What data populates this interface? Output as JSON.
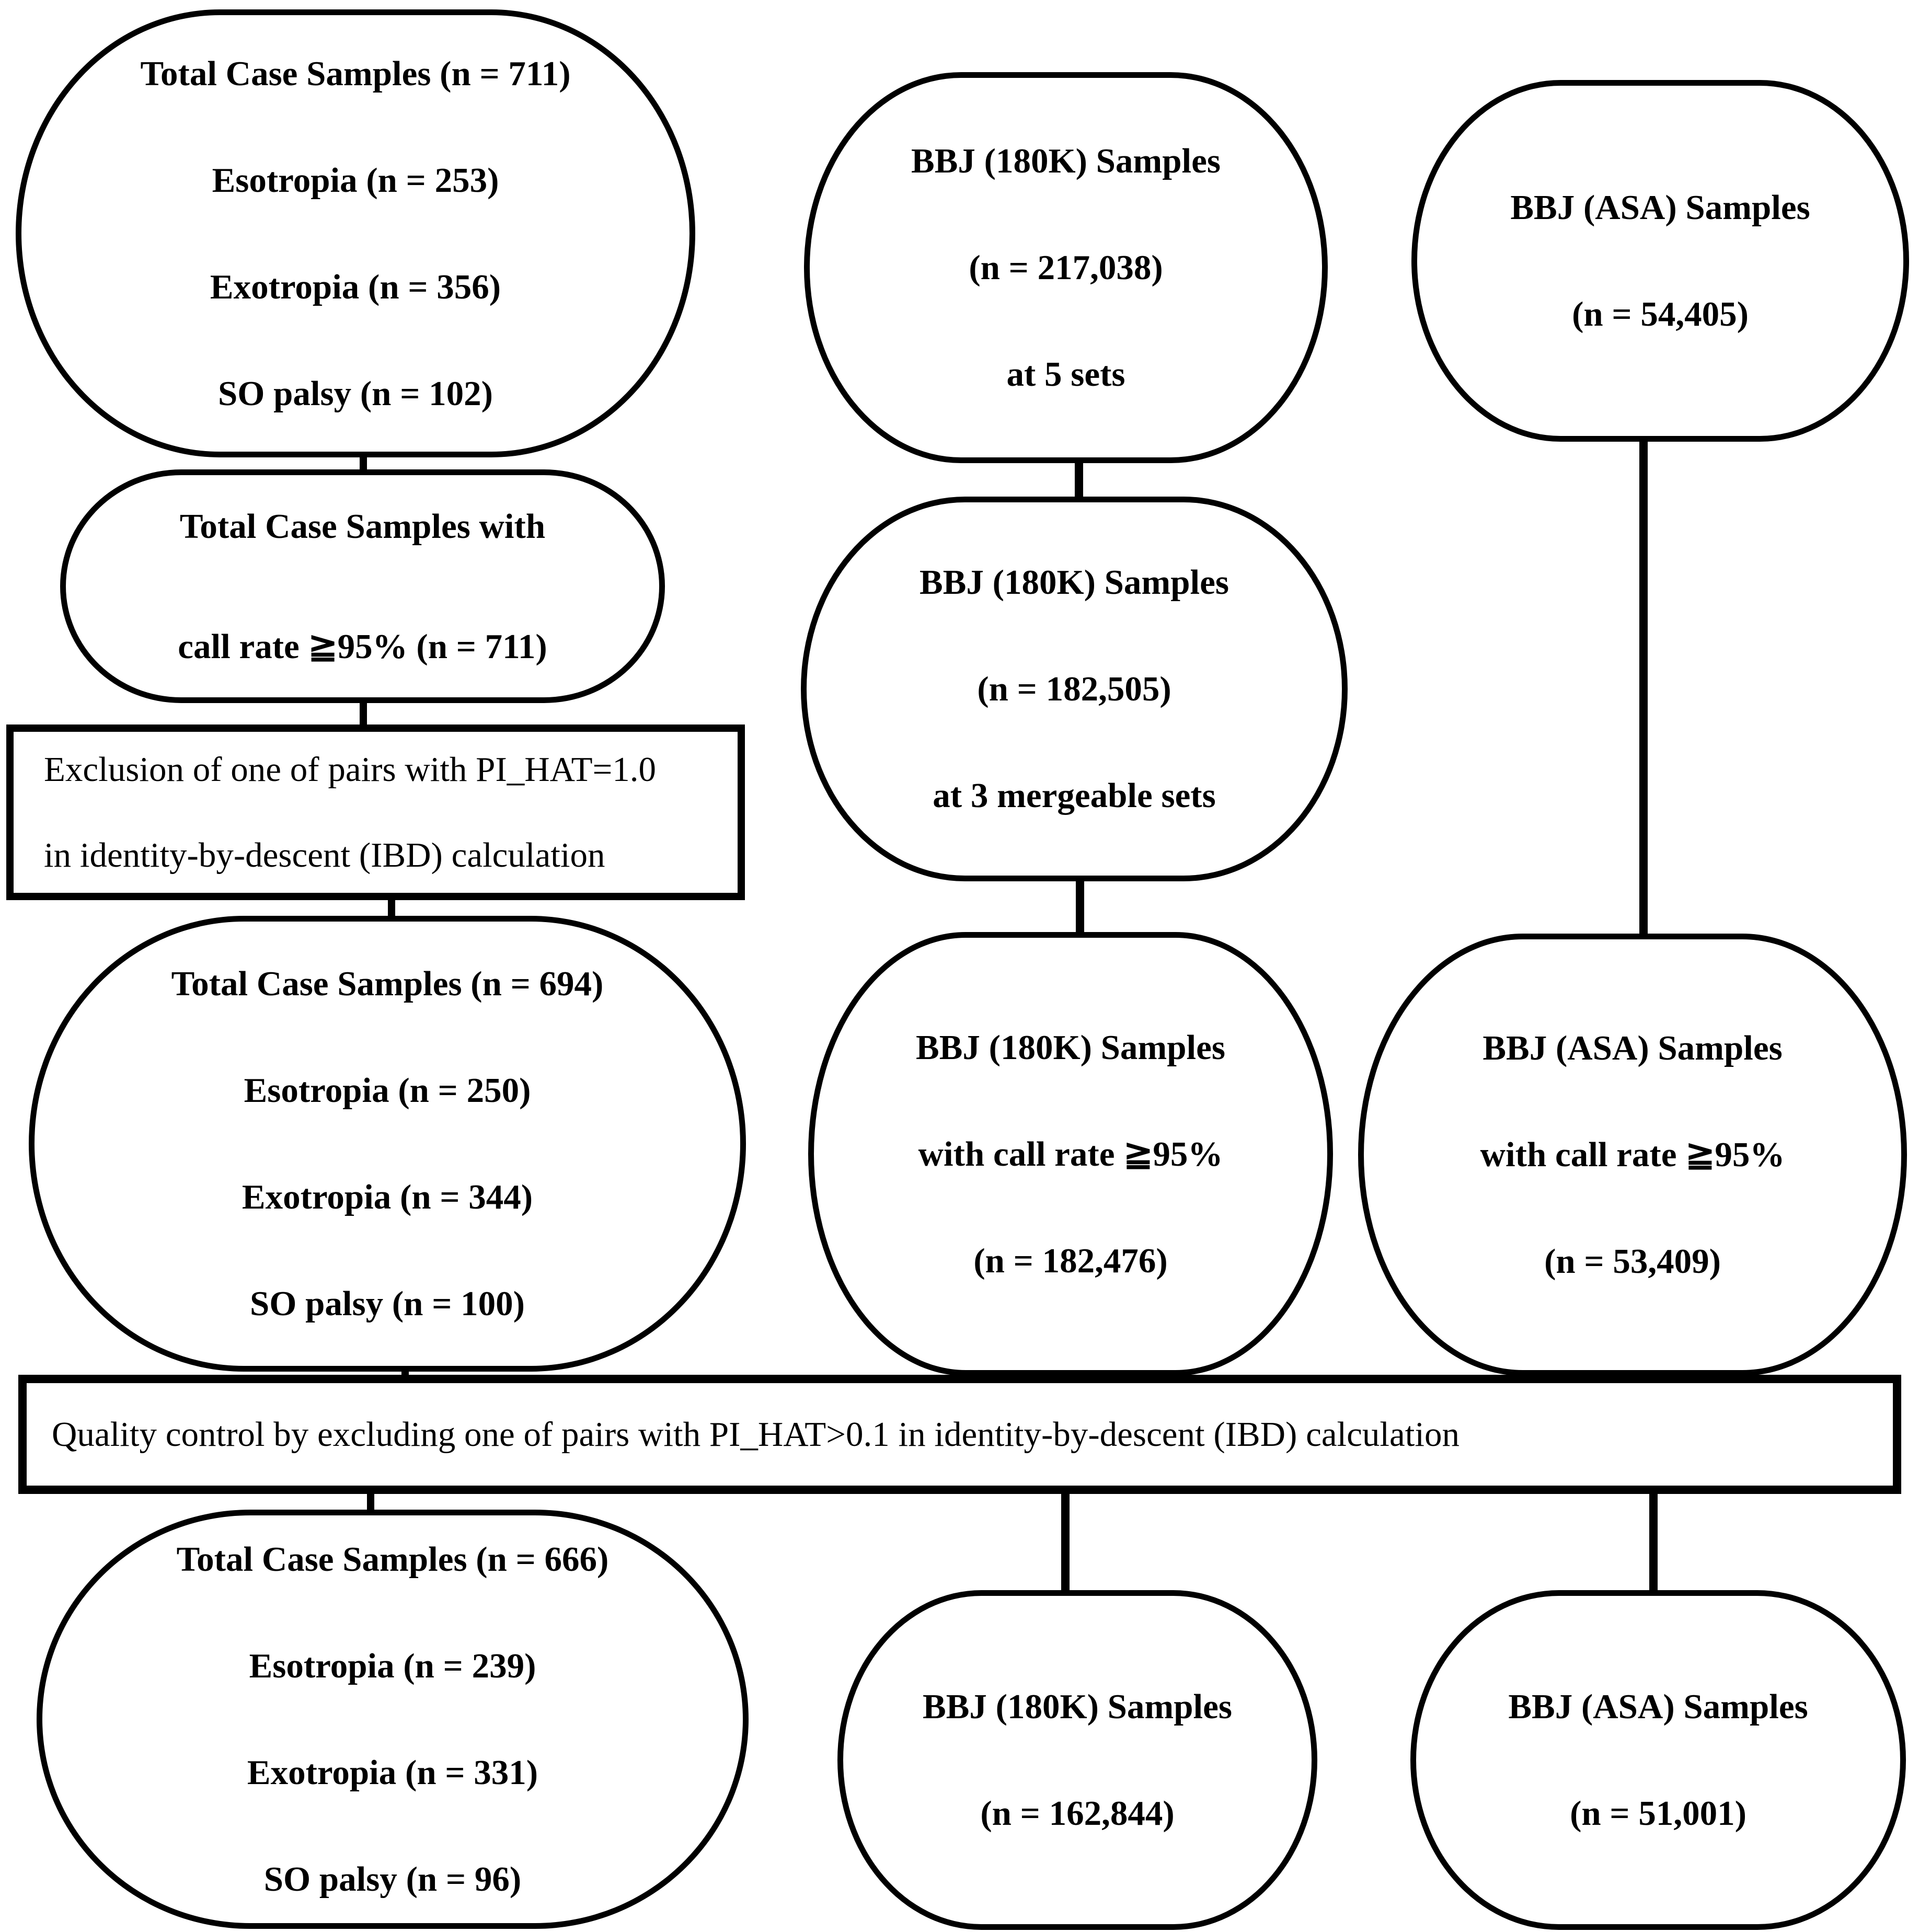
{
  "diagram": {
    "type": "flowchart",
    "colors": {
      "stroke": "#000000",
      "background": "#ffffff"
    },
    "nodes": {
      "case_total": {
        "lines": [
          "Total Case Samples (n = 711)",
          "Esotropia (n = 253)",
          "Exotropia (n = 356)",
          "SO palsy (n = 102)"
        ]
      },
      "case_callrate": {
        "lines": [
          "Total Case Samples with",
          "call rate ≧95% (n = 711)"
        ]
      },
      "exclusion_step": {
        "lines": [
          "Exclusion of one of pairs with PI_HAT=1.0",
          "in identity-by-descent (IBD) calculation"
        ]
      },
      "case_after_ibd": {
        "lines": [
          "Total Case Samples (n = 694)",
          "Esotropia (n = 250)",
          "Exotropia (n = 344)",
          "SO palsy (n = 100)"
        ]
      },
      "qc_step": {
        "lines": [
          "Quality control by excluding one of pairs with PI_HAT>0.1 in identity-by-descent (IBD) calculation"
        ]
      },
      "case_final": {
        "lines": [
          "Total Case Samples (n = 666)",
          "Esotropia (n = 239)",
          "Exotropia (n = 331)",
          "SO palsy (n = 96)"
        ]
      },
      "bbj180k_total": {
        "lines": [
          "BBJ (180K) Samples",
          "(n = 217,038)",
          "at 5 sets"
        ]
      },
      "bbj180k_mergeable": {
        "lines": [
          "BBJ (180K) Samples",
          "(n = 182,505)",
          "at 3 mergeable sets"
        ]
      },
      "bbj180k_callrate": {
        "lines": [
          "BBJ (180K) Samples",
          "with call rate ≧95%",
          "(n = 182,476)"
        ]
      },
      "bbj180k_final": {
        "lines": [
          "BBJ (180K) Samples",
          "(n = 162,844)"
        ]
      },
      "bbjasa_total": {
        "lines": [
          "BBJ (ASA) Samples",
          "(n = 54,405)"
        ]
      },
      "bbjasa_callrate": {
        "lines": [
          "BBJ (ASA) Samples",
          "with call rate ≧95%",
          "(n = 53,409)"
        ]
      },
      "bbjasa_final": {
        "lines": [
          "BBJ (ASA) Samples",
          "(n = 51,001)"
        ]
      }
    }
  }
}
